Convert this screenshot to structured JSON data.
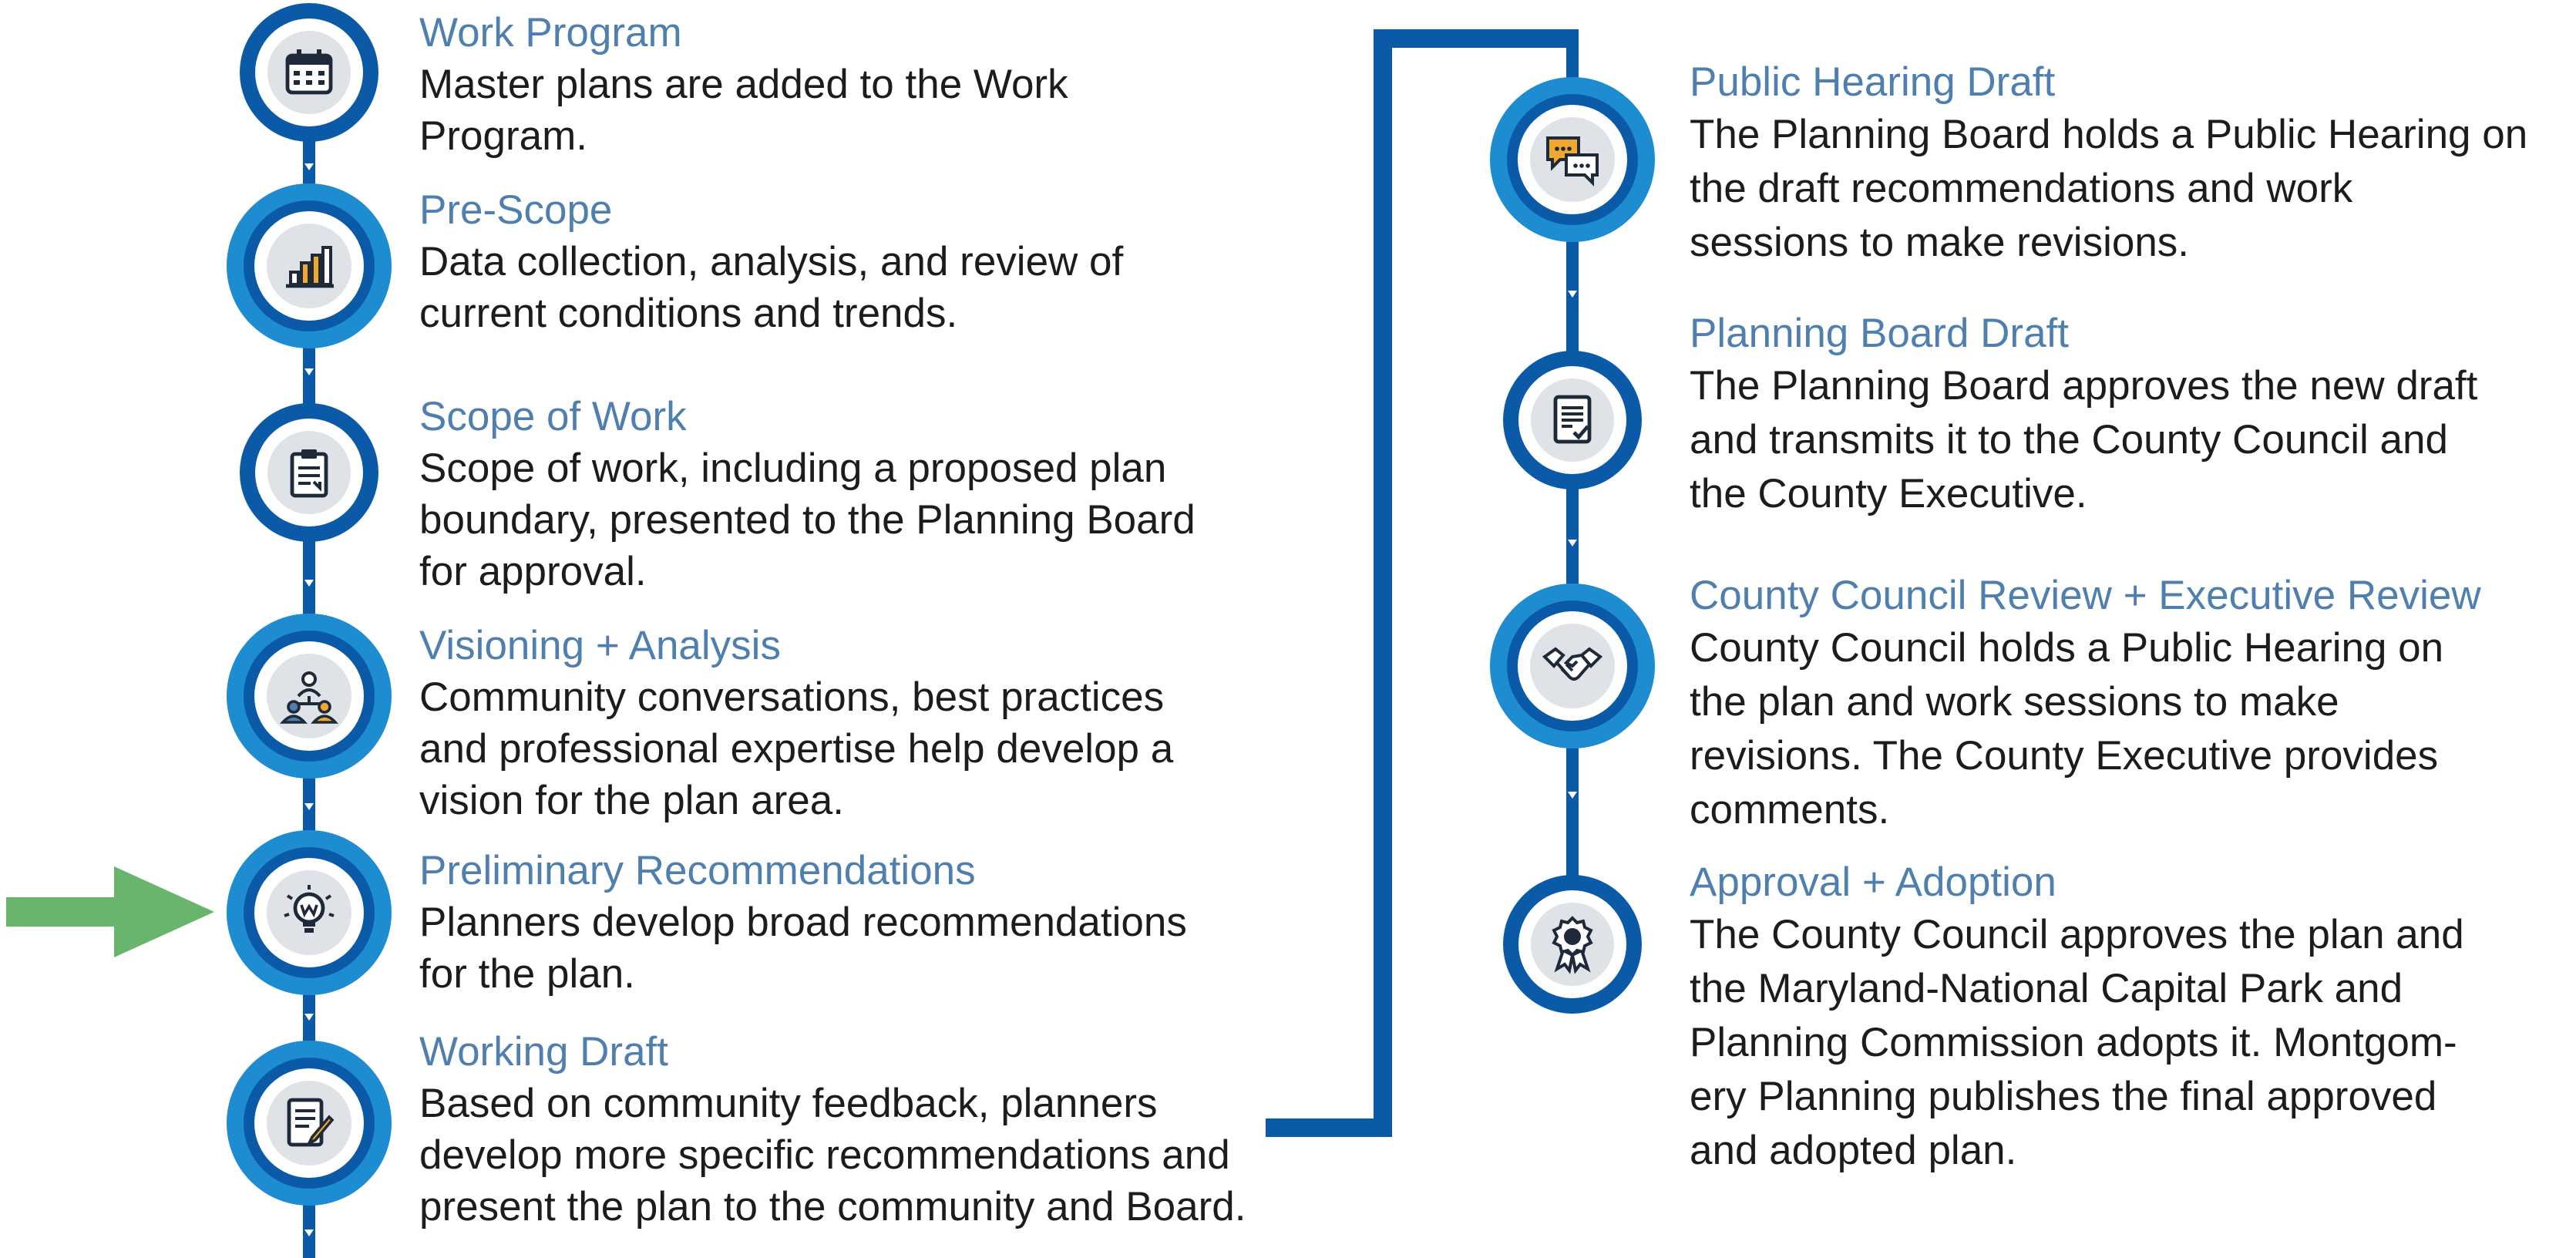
{
  "left_steps": [
    {
      "title": "Work Program",
      "icon": "calendar-icon",
      "desc": [
        "Master plans are added to the Work",
        "Program."
      ]
    },
    {
      "title": "Pre-Scope",
      "icon": "bar-chart-icon",
      "desc": [
        "Data collection, analysis, and review of",
        "current conditions and trends."
      ]
    },
    {
      "title": "Scope of Work",
      "icon": "clipboard-icon",
      "desc": [
        "Scope of work, including a proposed plan",
        "boundary, presented to the Planning Board",
        "for approval."
      ]
    },
    {
      "title": "Visioning + Analysis",
      "icon": "people-network-icon",
      "desc": [
        "Community conversations, best practices",
        "and professional expertise help develop a",
        "vision for the plan area."
      ]
    },
    {
      "title": "Preliminary Recommendations",
      "icon": "lightbulb-icon",
      "desc": [
        "Planners develop broad recommendations",
        "for the plan."
      ]
    },
    {
      "title": "Working Draft",
      "icon": "edit-document-icon",
      "desc": [
        "Based on community feedback, planners",
        "develop more specific recommendations and",
        "present the plan to the community and Board."
      ]
    }
  ],
  "right_steps": [
    {
      "title": "Public Hearing Draft",
      "icon": "chat-bubbles-icon",
      "desc": [
        "The Planning Board holds a Public Hearing on",
        "the draft recommendations and work",
        "sessions to make revisions."
      ]
    },
    {
      "title": "Planning Board Draft",
      "icon": "approved-document-icon",
      "desc": [
        "The Planning Board approves the new draft",
        "and transmits it to the County Council and",
        "the County Executive."
      ]
    },
    {
      "title": "County Council Review + Executive Review",
      "icon": "handshake-icon",
      "desc": [
        "County Council holds a Public Hearing on",
        "the plan and work sessions to make",
        "revisions. The County Executive provides",
        "comments."
      ]
    },
    {
      "title": "Approval + Adoption",
      "icon": "award-ribbon-icon",
      "desc": [
        "The County Council approves the plan and",
        "the Maryland-National Capital Park and",
        "Planning Commission adopts it. Montgom-",
        "ery Planning publishes the final approved",
        "and adopted plan."
      ]
    }
  ],
  "current_step_indicator": "Preliminary Recommendations",
  "colors": {
    "line": "#0a5aa7",
    "ring_outer": "#1d8cd0",
    "title": "#4f7fae",
    "arrow": "#6ab56e",
    "icon_orange": "#f0a830"
  }
}
